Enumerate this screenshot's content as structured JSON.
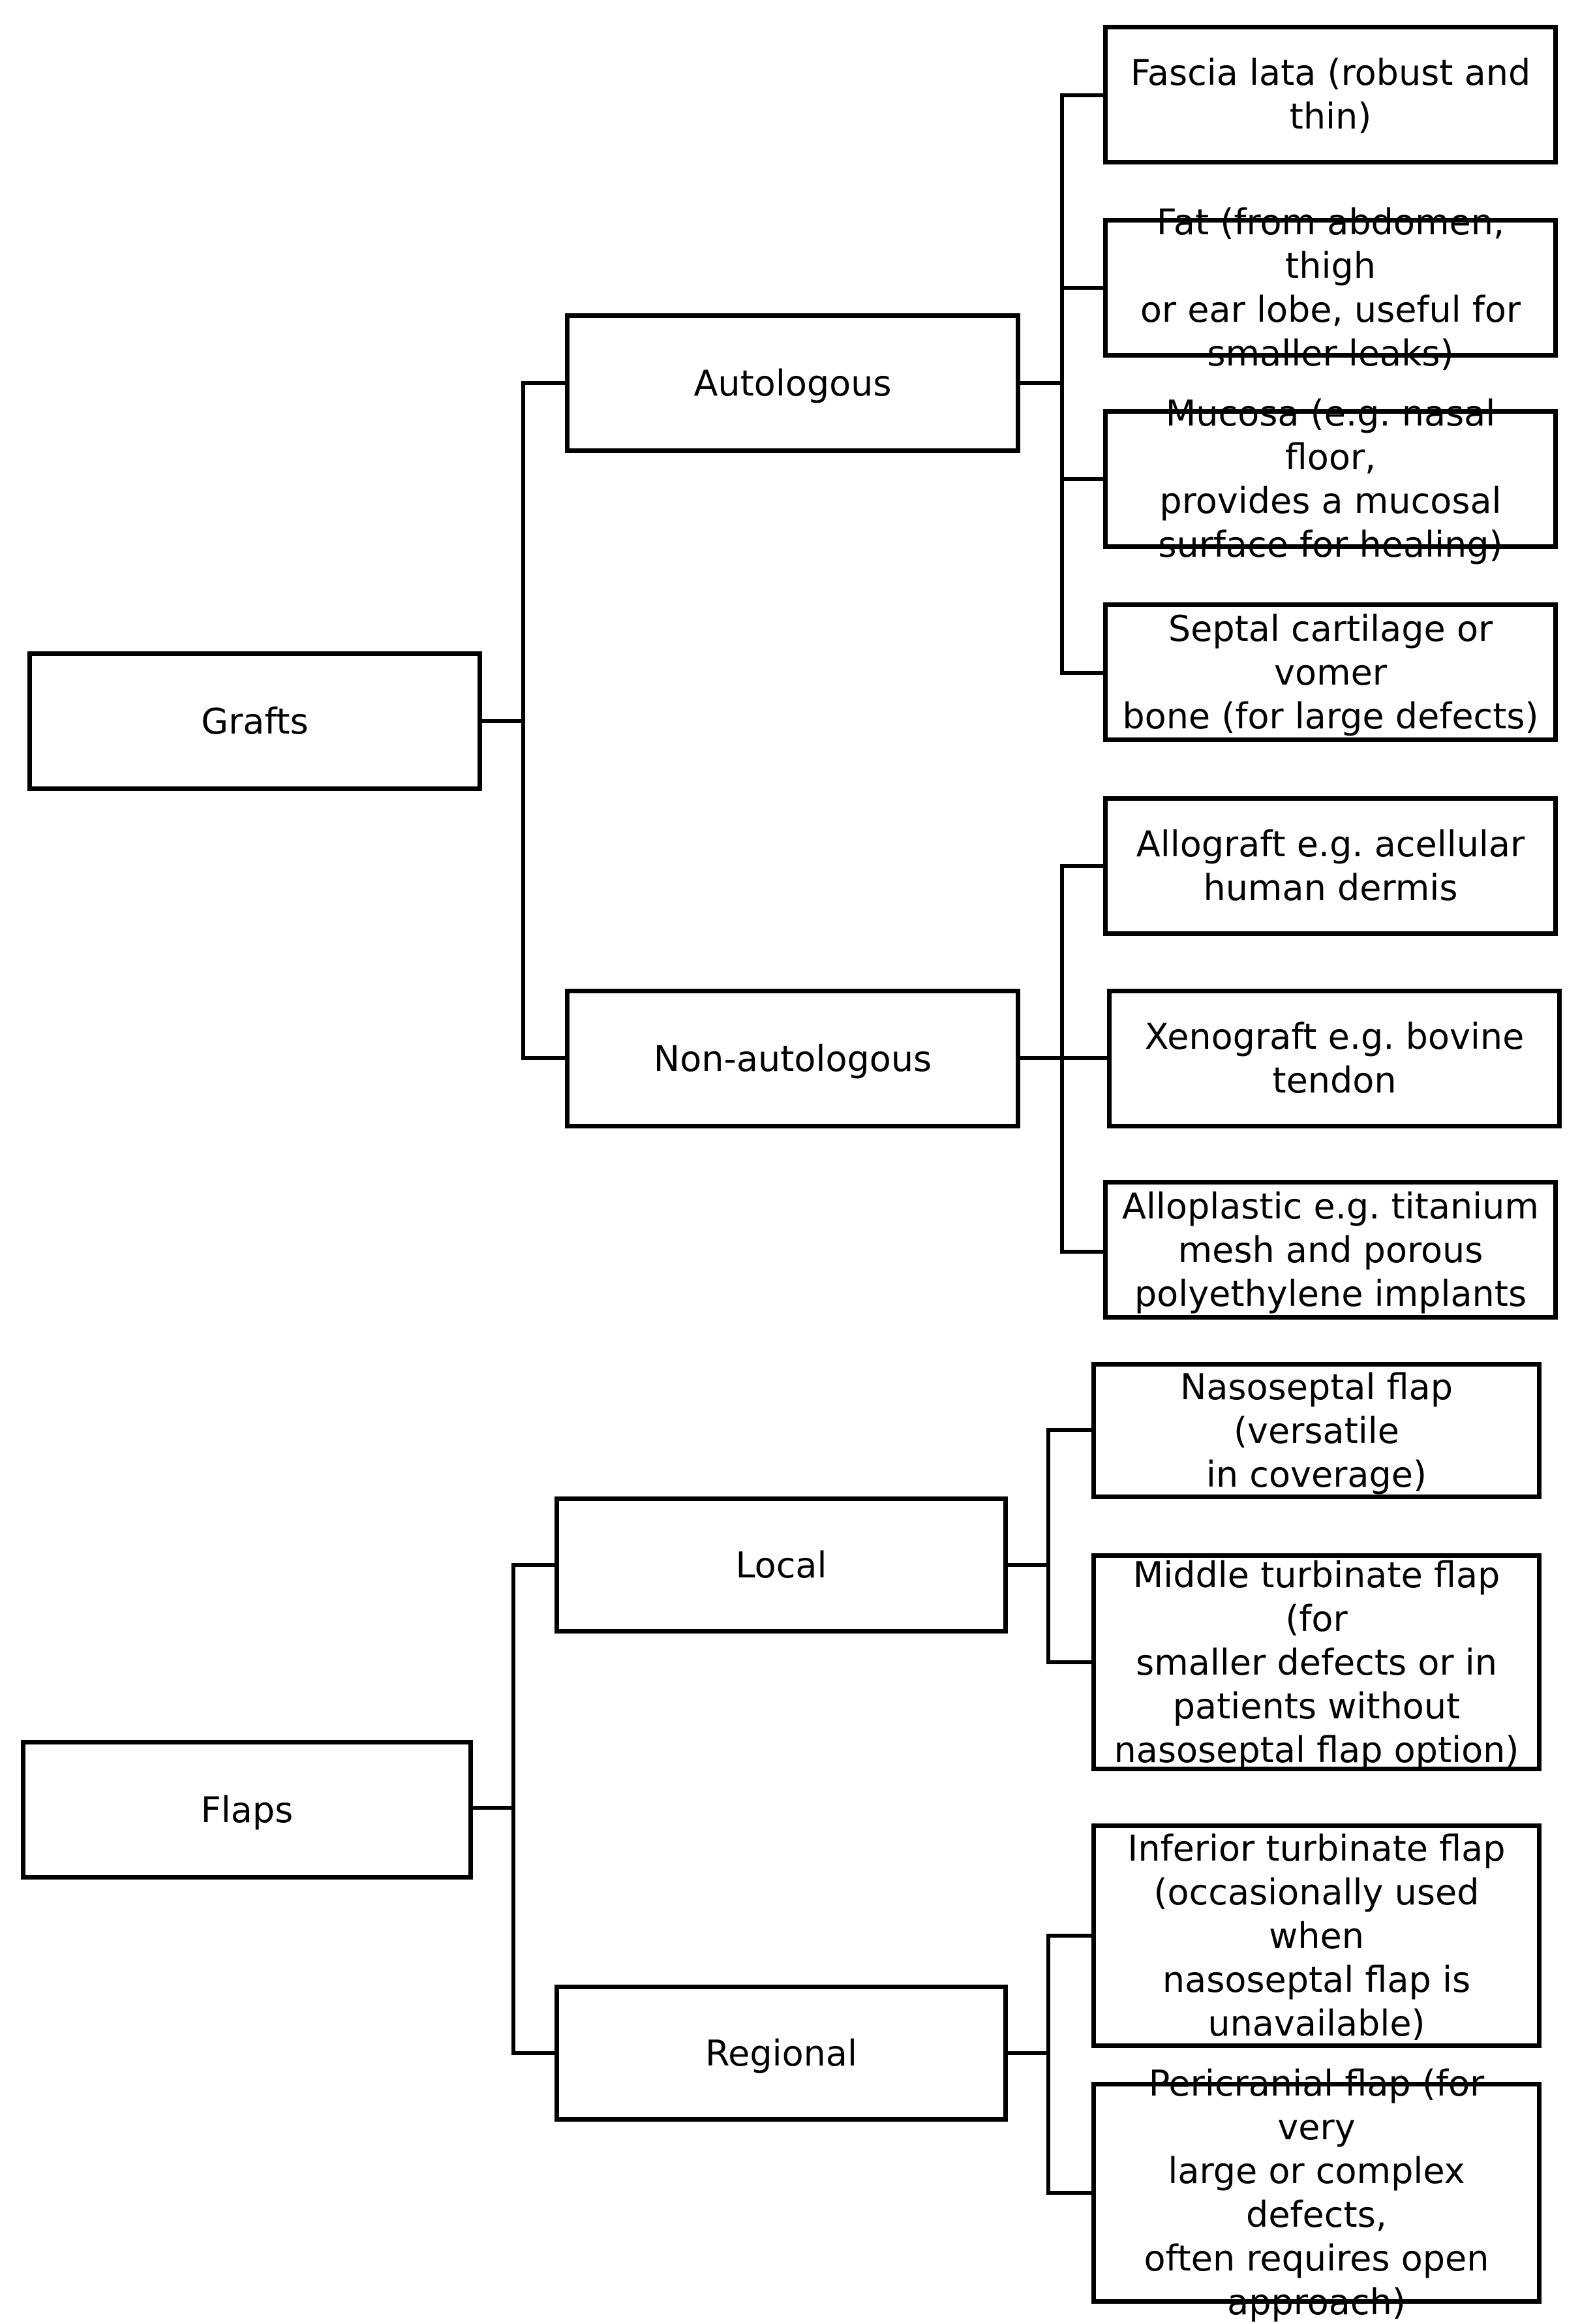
{
  "diagram": {
    "root1": "Grafts",
    "root2": "Flaps",
    "grafts": {
      "autologous": {
        "label": "Autologous",
        "items": [
          "Fascia lata (robust and\nthin)",
          "Fat (from abdomen, thigh\nor ear lobe, useful for\nsmaller leaks)",
          "Mucosa (e.g. nasal floor,\nprovides a mucosal\nsurface for healing)",
          "Septal cartilage or vomer\nbone (for large defects)"
        ]
      },
      "non_autologous": {
        "label": "Non-autologous",
        "items": [
          "Allograft e.g. acellular\nhuman dermis",
          "Xenograft e.g. bovine\ntendon",
          "Alloplastic e.g. titanium\nmesh and porous\npolyethylene implants"
        ]
      }
    },
    "flaps": {
      "local": {
        "label": "Local",
        "items": [
          "Nasoseptal flap (versatile\nin coverage)",
          "Middle turbinate flap (for\nsmaller defects or in\npatients without\nnasoseptal flap option)"
        ]
      },
      "regional": {
        "label": "Regional",
        "items": [
          "Inferior turbinate flap\n(occasionally used when\nnasoseptal flap is\nunavailable)",
          "Pericranial flap (for very\nlarge or complex defects,\noften requires open\napproach)"
        ]
      }
    }
  }
}
